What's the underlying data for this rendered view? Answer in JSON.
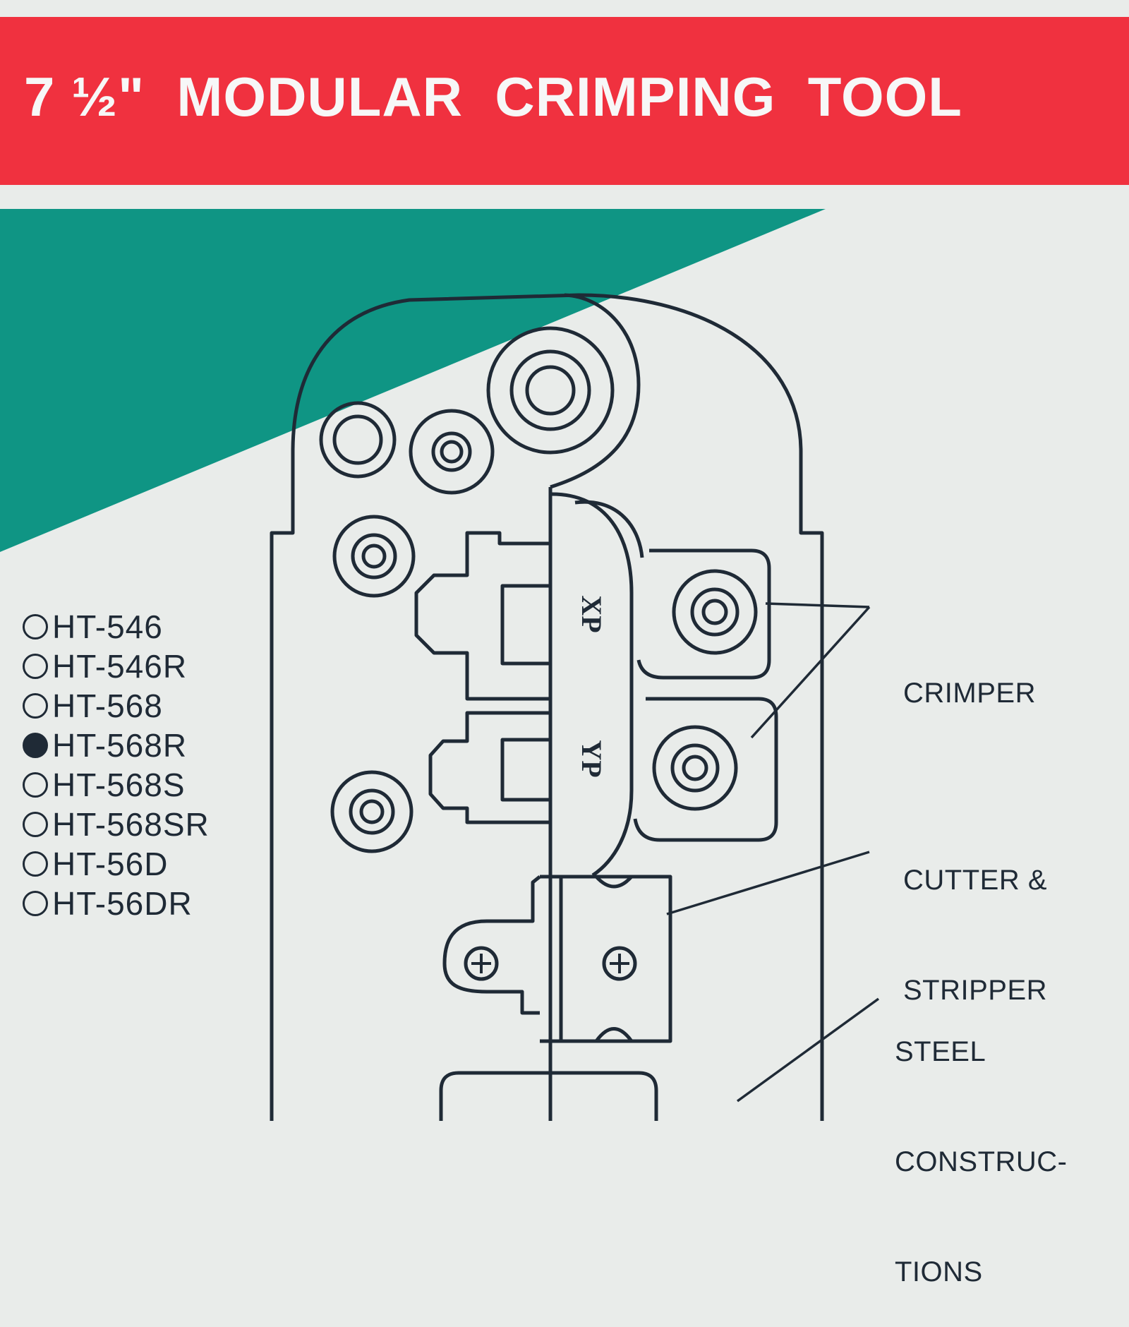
{
  "banner": {
    "title": "7 ½\"  MODULAR  CRIMPING  TOOL",
    "color": "#f0313f"
  },
  "accent_color": "#0f9584",
  "tool_labels": {
    "xp": "XP",
    "yp": "YP"
  },
  "models": [
    {
      "label": "HT-546",
      "selected": false
    },
    {
      "label": "HT-546R",
      "selected": false
    },
    {
      "label": "HT-568",
      "selected": false
    },
    {
      "label": "HT-568R",
      "selected": true
    },
    {
      "label": "HT-568S",
      "selected": false
    },
    {
      "label": "HT-568SR",
      "selected": false
    },
    {
      "label": "HT-56D",
      "selected": false
    },
    {
      "label": "HT-56DR",
      "selected": false
    }
  ],
  "callouts": {
    "crimper": [
      "CRIMPER"
    ],
    "cutter": [
      "CUTTER &",
      "STRIPPER"
    ],
    "steel": [
      "STEEL",
      "CONSTRUC-",
      "TIONS"
    ]
  }
}
